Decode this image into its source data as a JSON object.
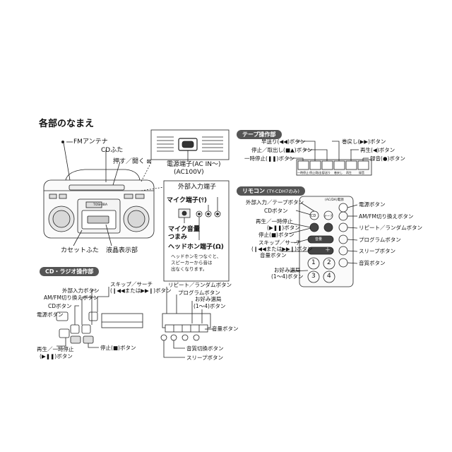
{
  "page_title": "各部のなまえ",
  "main_unit": {
    "fm_antenna": "FMアンテナ",
    "cd_lid": "CDふた",
    "push_open": "押す／開く",
    "cassette_lid": "カセットふた",
    "lcd_display": "液晶表示部",
    "brand": "TOSHIBA",
    "power_jack": "電源端子(AC IN〜)",
    "power_jack_voltage": "(AC100V)",
    "ext_input_jack": "外部入力端子",
    "mic_jack": "マイク端子(",
    "mic_jack_end": ")",
    "mic_volume_knob": "マイク音量",
    "mic_volume_knob_2": "つまみ",
    "headphone_jack": "ヘッドホン端子(",
    "headphone_jack_end": ")",
    "headphone_note_1": "ヘッドホンをつなぐと、",
    "headphone_note_2": "スピーカーから音は",
    "headphone_note_3": "出なくなります。"
  },
  "tape_section": {
    "title": "テープ操作部",
    "ff_button": "早送り(",
    "ff_button_end": ")ボタン",
    "stop_eject_button": "停止／取出し(",
    "stop_eject_button_end": ")ボタン",
    "pause_button": "一時停止(",
    "pause_button_end": ")ボタン",
    "rewind_button": "巻戻し(",
    "rewind_button_end": ")ボタン",
    "play_button": "再生(",
    "play_button_end": ")ボタン",
    "record_button": "録音(",
    "record_button_end": ")ボタン",
    "key_labels": [
      "一時停止",
      "停止/取出し",
      "早送り",
      "巻戻し",
      "再生",
      "録音"
    ]
  },
  "remote": {
    "title": "リモコン",
    "model": "(TY-CDH7のみ)",
    "header_text": "(AC/DA)電源",
    "ext_input_tape_button": "外部入力／テープボタン",
    "cd_button": "CDボタン",
    "play_pause_button_1": "再生／一時停止",
    "play_pause_button_2": "(",
    "play_pause_button_2_end": ")ボタン",
    "stop_button": "停止(",
    "stop_button_end": ")ボタン",
    "skip_search_1": "スキップ／サーチ",
    "skip_search_2": "(",
    "skip_search_2_mid": "または",
    "skip_search_2_end": ")ボタン",
    "volume_button": "音量ボタン",
    "favorites_1": "お好み選局",
    "favorites_2": "(1〜4)ボタン",
    "power_button": "電源ボタン",
    "am_fm_button": "AM/FM切り換えボタン",
    "repeat_random_button": "リピート／ランダムボタン",
    "program_button": "プログラムボタン",
    "sleep_button": "スリープボタン",
    "sound_quality_button": "音質ボタン",
    "key_cd": "CD",
    "key_tape": "テープ",
    "key_volume_minus": "音量",
    "key_volume_plus": "＋",
    "numbers": [
      "1",
      "2",
      "3",
      "4"
    ]
  },
  "cd_radio_section": {
    "title": "CD・ラジオ操作部",
    "ext_input_button": "外部入力ボタン",
    "am_fm_button": "AM/FM切り換えボタン",
    "cd_button": "CDボタン",
    "power_button": "電源ボタン",
    "skip_search_1": "スキップ／サーチ",
    "skip_search_2": "(",
    "skip_search_2_mid": "または",
    "skip_search_2_end": ")ボタン",
    "repeat_random_button": "リピート／ランダムボタン",
    "program_button": "プログラムボタン",
    "favorites_1": "お好み選局",
    "favorites_2": "(1〜4)ボタン",
    "play_pause_1": "再生／一時停止",
    "play_pause_2": "(",
    "play_pause_2_end": ")ボタン",
    "stop_button": "停止(",
    "stop_button_end": ")ボタン",
    "volume_button": "音量ボタン",
    "sound_switch_button": "音質切換ボタン",
    "sleep_button": "スリープボタン"
  }
}
